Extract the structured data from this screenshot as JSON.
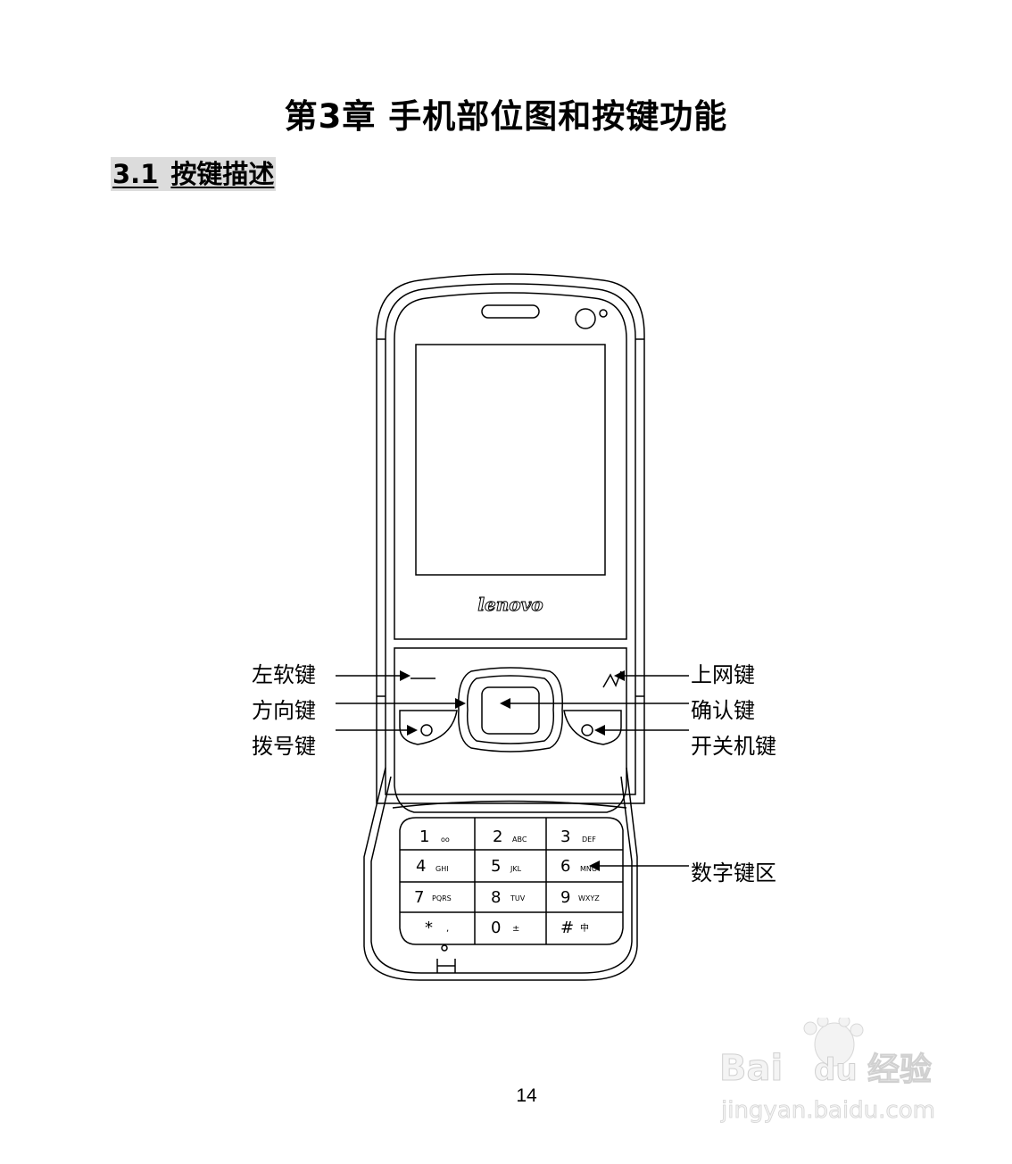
{
  "chapter": {
    "title": "第3章  手机部位图和按键功能"
  },
  "section": {
    "number": "3.1",
    "title": "按键描述"
  },
  "phone": {
    "brand": "lenovo",
    "keypad": [
      {
        "digit": "1",
        "sub": "oo"
      },
      {
        "digit": "2",
        "sub": "ABC"
      },
      {
        "digit": "3",
        "sub": "DEF"
      },
      {
        "digit": "4",
        "sub": "GHI"
      },
      {
        "digit": "5",
        "sub": "JKL"
      },
      {
        "digit": "6",
        "sub": "MNO"
      },
      {
        "digit": "7",
        "sub": "PQRS"
      },
      {
        "digit": "8",
        "sub": "TUV"
      },
      {
        "digit": "9",
        "sub": "WXYZ"
      },
      {
        "digit": "*",
        "sub": ","
      },
      {
        "digit": "0",
        "sub": "±"
      },
      {
        "digit": "#",
        "sub": "中"
      }
    ]
  },
  "callouts": {
    "left_soft_key": "左软键",
    "direction_key": "方向键",
    "dial_key": "拨号键",
    "internet_key": "上网键",
    "confirm_key": "确认键",
    "power_key": "开关机键",
    "number_keys": "数字键区"
  },
  "page_number": "14",
  "watermark": {
    "brand_a": "Bai",
    "brand_b": "du",
    "brand_c": "经验",
    "url": "jingyan.baidu.com"
  }
}
